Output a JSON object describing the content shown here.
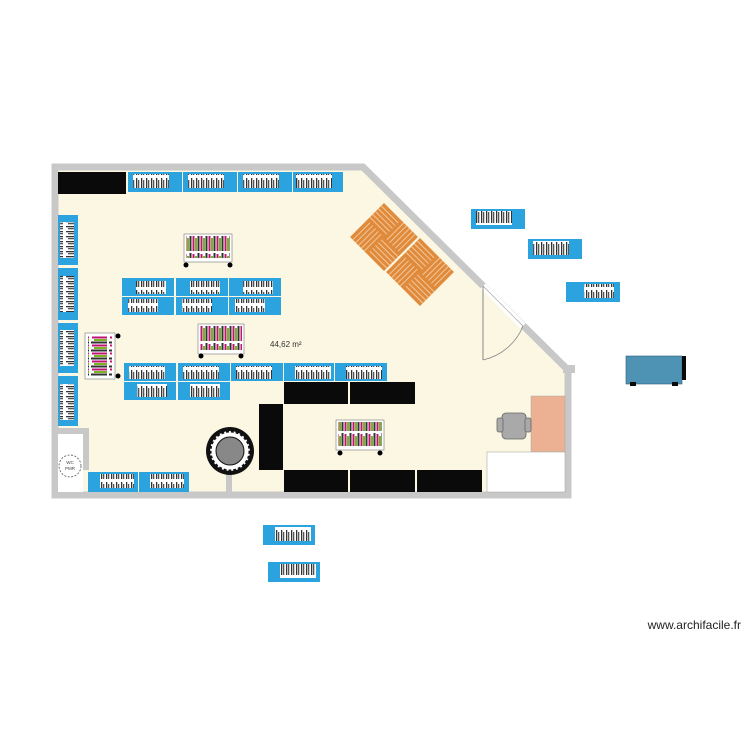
{
  "plan": {
    "room_area": "44,62 m²",
    "watermark": "www.archifacile.fr",
    "wc_label_line1": "WC",
    "wc_label_line2": "PMR"
  },
  "colors": {
    "floor": "#fbf7e2",
    "wall": "#c8c8c8",
    "shelf_blue": "#2aa3df",
    "shelf_black": "#0a0a0a",
    "parquet": "#e08a3c",
    "desk_accent": "#ecb093",
    "truck": "#4f93b4",
    "chair": "#a9a9a9"
  },
  "icons": [
    "door-swing-icon",
    "office-chair-icon",
    "round-table-icon",
    "book-cart-icon",
    "truck-icon"
  ]
}
